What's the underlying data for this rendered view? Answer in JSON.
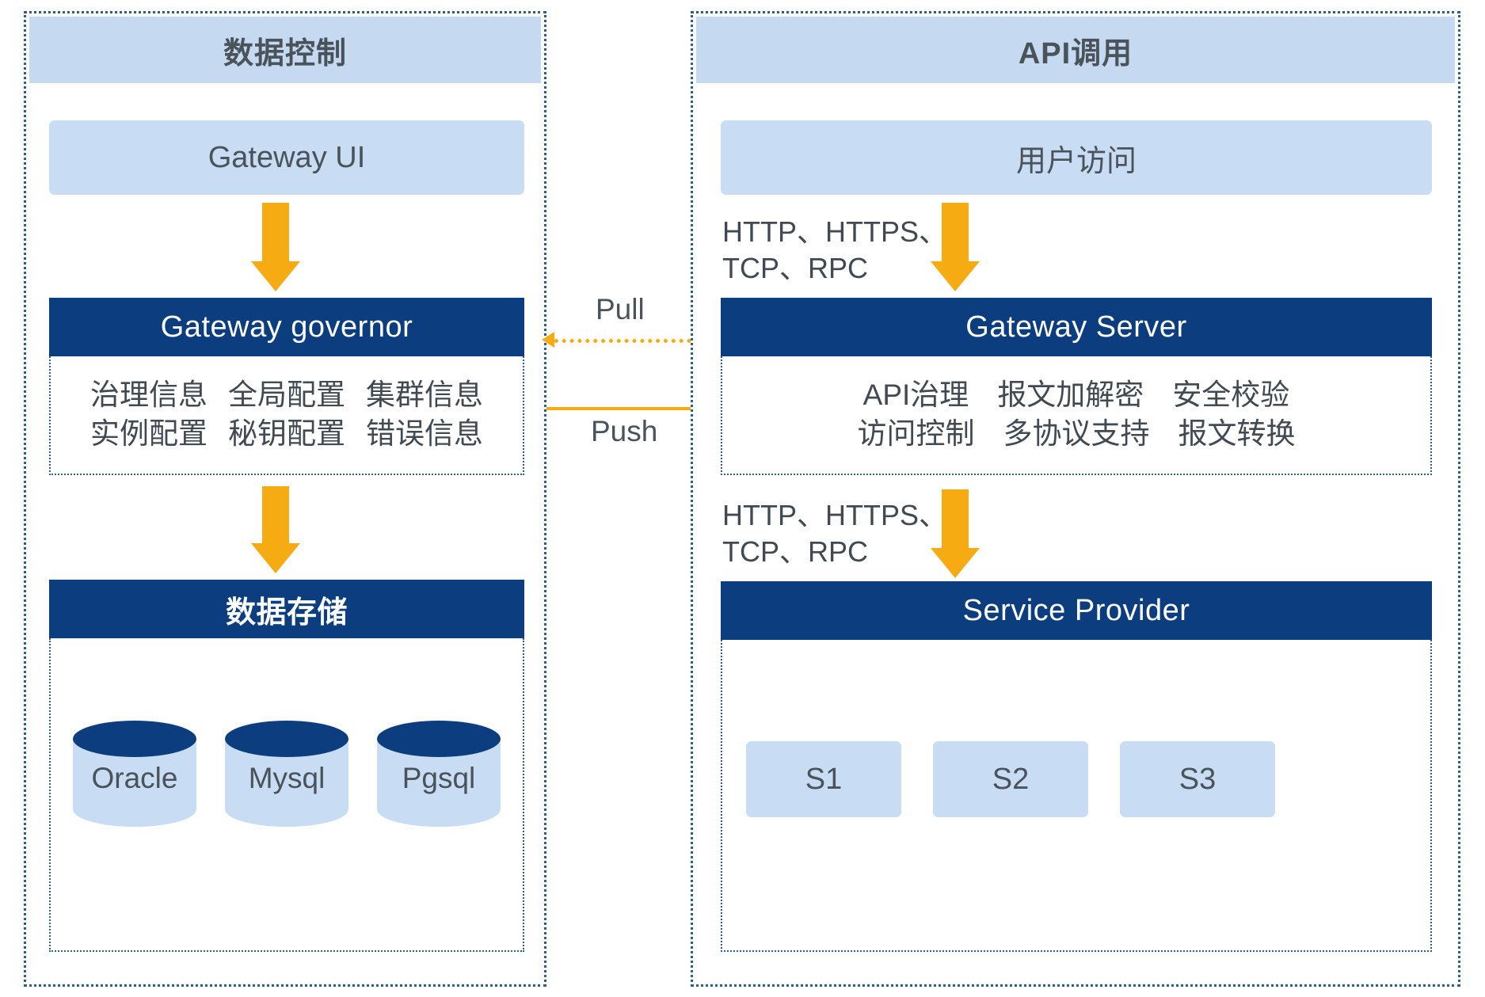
{
  "diagram": {
    "type": "architecture-block-diagram",
    "panels": {
      "left": {
        "title": "数据控制",
        "gateway_ui": "Gateway UI",
        "governor": {
          "header": "Gateway governor",
          "features_row1": [
            "治理信息",
            "全局配置",
            "集群信息"
          ],
          "features_row2": [
            "实例配置",
            "秘钥配置",
            "错误信息"
          ]
        },
        "storage": {
          "header": "数据存储",
          "databases": [
            "Oracle",
            "Mysql",
            "Pgsql"
          ]
        }
      },
      "right": {
        "title": "API调用",
        "user_access": "用户访问",
        "gateway_server": {
          "header": "Gateway   Server",
          "features_row1": [
            "API治理",
            "报文加解密",
            "安全校验"
          ],
          "features_row2": [
            "访问控制",
            "多协议支持",
            "报文转换"
          ]
        },
        "service_provider": {
          "header": "Service Provider",
          "services": [
            "S1",
            "S2",
            "S3"
          ]
        },
        "protocol_label_top": "HTTP、HTTPS、\nTCP、RPC",
        "protocol_label_top_line1": "HTTP、HTTPS、",
        "protocol_label_top_line2": "TCP、RPC",
        "protocol_label_bottom_line1": "HTTP、HTTPS、",
        "protocol_label_bottom_line2": "TCP、RPC"
      }
    },
    "connectors": {
      "pull": "Pull",
      "push": "Push"
    },
    "colors": {
      "navy": "#0b3d7f",
      "light_blue": "#c8dcf3",
      "panel_title_blue": "#c5d9f1",
      "orange": "#f7ab12",
      "text_gray": "#414a52",
      "dotted_border": "#2e5f8a"
    }
  }
}
